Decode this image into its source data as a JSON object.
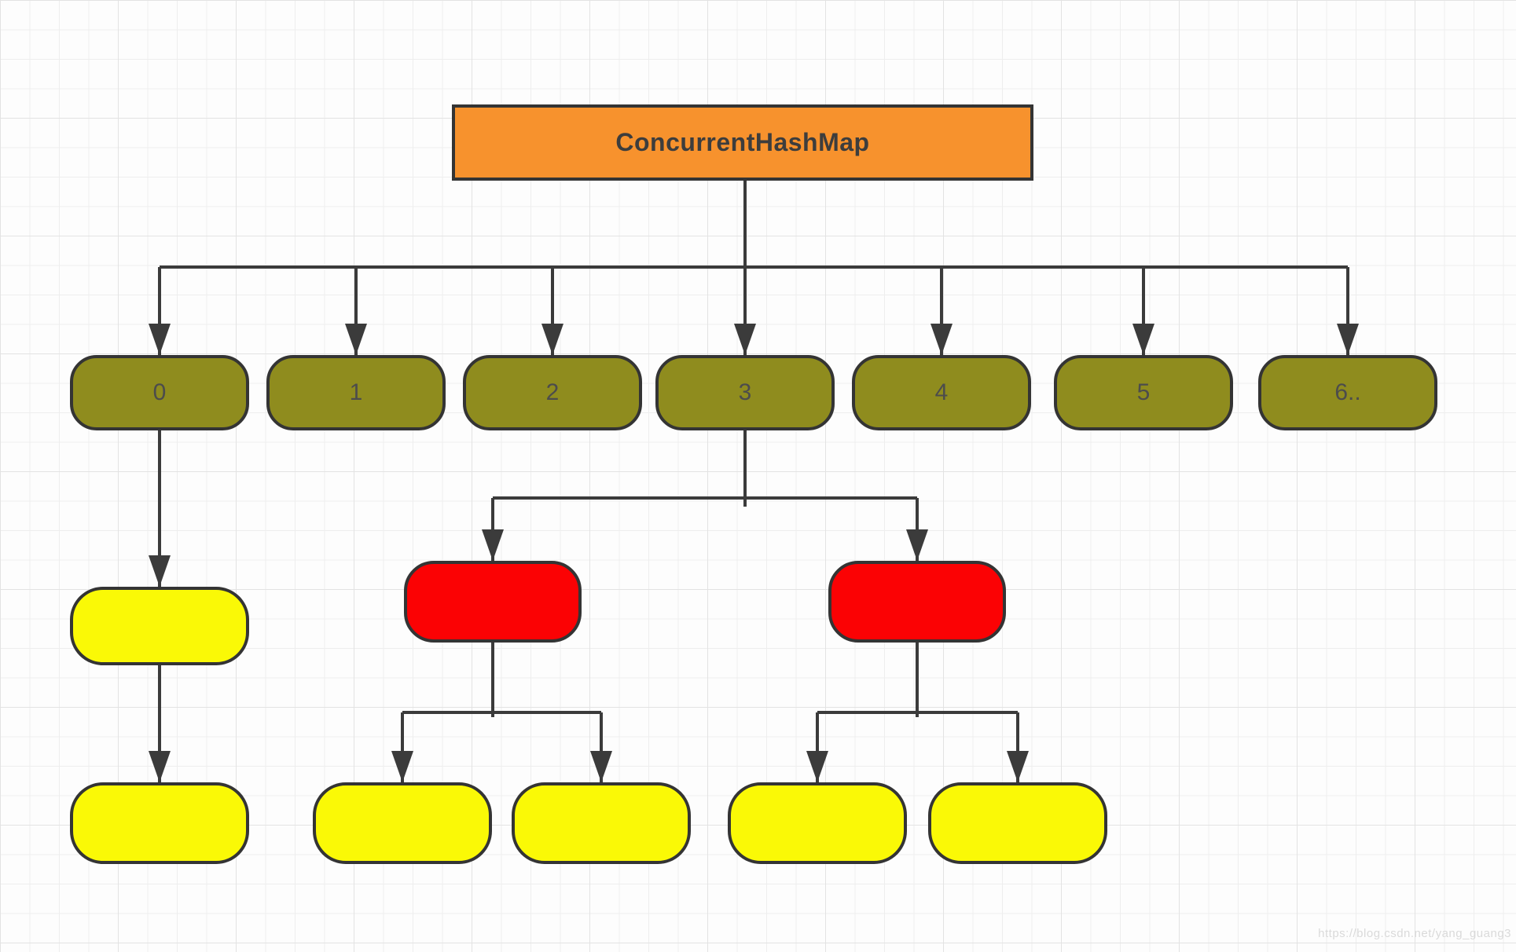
{
  "diagram": {
    "root": {
      "label": "ConcurrentHashMap",
      "fill": "#F7922D"
    },
    "buckets": [
      {
        "label": "0"
      },
      {
        "label": "1"
      },
      {
        "label": "2"
      },
      {
        "label": "3"
      },
      {
        "label": "4"
      },
      {
        "label": "5"
      },
      {
        "label": "6.."
      }
    ],
    "tree_nodes": [
      {
        "label": "",
        "parent_bucket": "3",
        "fill": "#FB0204"
      },
      {
        "label": "",
        "parent_bucket": "3",
        "fill": "#FB0204"
      }
    ],
    "list_nodes": [
      {
        "label": "",
        "parent": "bucket-0",
        "fill": "#FAF906"
      },
      {
        "label": "",
        "parent": "list-under-bucket-0",
        "fill": "#FAF906"
      },
      {
        "label": "",
        "parent": "tree-node-left",
        "fill": "#FAF906"
      },
      {
        "label": "",
        "parent": "tree-node-left",
        "fill": "#FAF906"
      },
      {
        "label": "",
        "parent": "tree-node-right",
        "fill": "#FAF906"
      },
      {
        "label": "",
        "parent": "tree-node-right",
        "fill": "#FAF906"
      }
    ],
    "colors": {
      "edge": "#3B3B3B",
      "node_border": "#343434",
      "bucket_fill": "#8F8C1E",
      "grid_minor": "#EEEEEE",
      "grid_major": "#E3E3E3",
      "background": "#FDFDFD"
    }
  },
  "watermark": {
    "text": "https://blog.csdn.net/yang_guang3"
  }
}
